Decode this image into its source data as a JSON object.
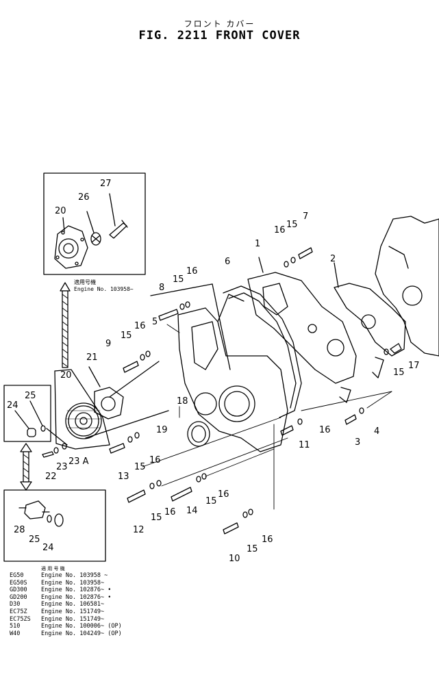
{
  "header": {
    "kana_title": "フロント カバー",
    "title": "FIG. 2211 FRONT COVER"
  },
  "inset_note": {
    "label": "適用号機",
    "text": "Engine No. 103958~"
  },
  "callouts": [
    {
      "id": "c1",
      "label": "1"
    },
    {
      "id": "c2",
      "label": "2"
    },
    {
      "id": "c3",
      "label": "3"
    },
    {
      "id": "c4",
      "label": "4"
    },
    {
      "id": "c5",
      "label": "5"
    },
    {
      "id": "c6",
      "label": "6"
    },
    {
      "id": "c7",
      "label": "7"
    },
    {
      "id": "c8",
      "label": "8"
    },
    {
      "id": "c9",
      "label": "9"
    },
    {
      "id": "c10",
      "label": "10"
    },
    {
      "id": "c11",
      "label": "11"
    },
    {
      "id": "c12",
      "label": "12"
    },
    {
      "id": "c13",
      "label": "13"
    },
    {
      "id": "c14",
      "label": "14"
    },
    {
      "id": "c15a",
      "label": "15"
    },
    {
      "id": "c15b",
      "label": "15"
    },
    {
      "id": "c15c",
      "label": "15"
    },
    {
      "id": "c15d",
      "label": "15"
    },
    {
      "id": "c15e",
      "label": "15"
    },
    {
      "id": "c15f",
      "label": "15"
    },
    {
      "id": "c15g",
      "label": "15"
    },
    {
      "id": "c15h",
      "label": "15"
    },
    {
      "id": "c16a",
      "label": "16"
    },
    {
      "id": "c16b",
      "label": "16"
    },
    {
      "id": "c16c",
      "label": "16"
    },
    {
      "id": "c16d",
      "label": "16"
    },
    {
      "id": "c16e",
      "label": "16"
    },
    {
      "id": "c16f",
      "label": "16"
    },
    {
      "id": "c16g",
      "label": "16"
    },
    {
      "id": "c16h",
      "label": "16"
    },
    {
      "id": "c17",
      "label": "17"
    },
    {
      "id": "c18",
      "label": "18"
    },
    {
      "id": "c19",
      "label": "19"
    },
    {
      "id": "c20a",
      "label": "20"
    },
    {
      "id": "c20b",
      "label": "20"
    },
    {
      "id": "c21",
      "label": "21"
    },
    {
      "id": "c22",
      "label": "22"
    },
    {
      "id": "c23",
      "label": "23"
    },
    {
      "id": "c23a",
      "label": "23 A"
    },
    {
      "id": "c24a",
      "label": "24"
    },
    {
      "id": "c24b",
      "label": "24"
    },
    {
      "id": "c25a",
      "label": "25"
    },
    {
      "id": "c25b",
      "label": "25"
    },
    {
      "id": "c26",
      "label": "26"
    },
    {
      "id": "c27",
      "label": "27"
    },
    {
      "id": "c28",
      "label": "28"
    }
  ],
  "serial_table": {
    "header": "適 用 号 機",
    "rows": [
      {
        "model": "EG50",
        "serial": "Engine No. 103958 ~"
      },
      {
        "model": "EG50S",
        "serial": "Engine No. 103958~"
      },
      {
        "model": "GD300",
        "serial": "Engine No. 102876~ •"
      },
      {
        "model": "GD200",
        "serial": "Engine No. 102876~ •"
      },
      {
        "model": "D30",
        "serial": "Engine No. 106581~"
      },
      {
        "model": "EC75Z",
        "serial": "Engine No. 151749~"
      },
      {
        "model": "EC75ZS",
        "serial": "Engine No. 151749~"
      },
      {
        "model": "510",
        "serial": "Engine No. 100006~ (OP)"
      },
      {
        "model": "W40",
        "serial": "Engine No. 104249~ (OP)"
      }
    ]
  }
}
